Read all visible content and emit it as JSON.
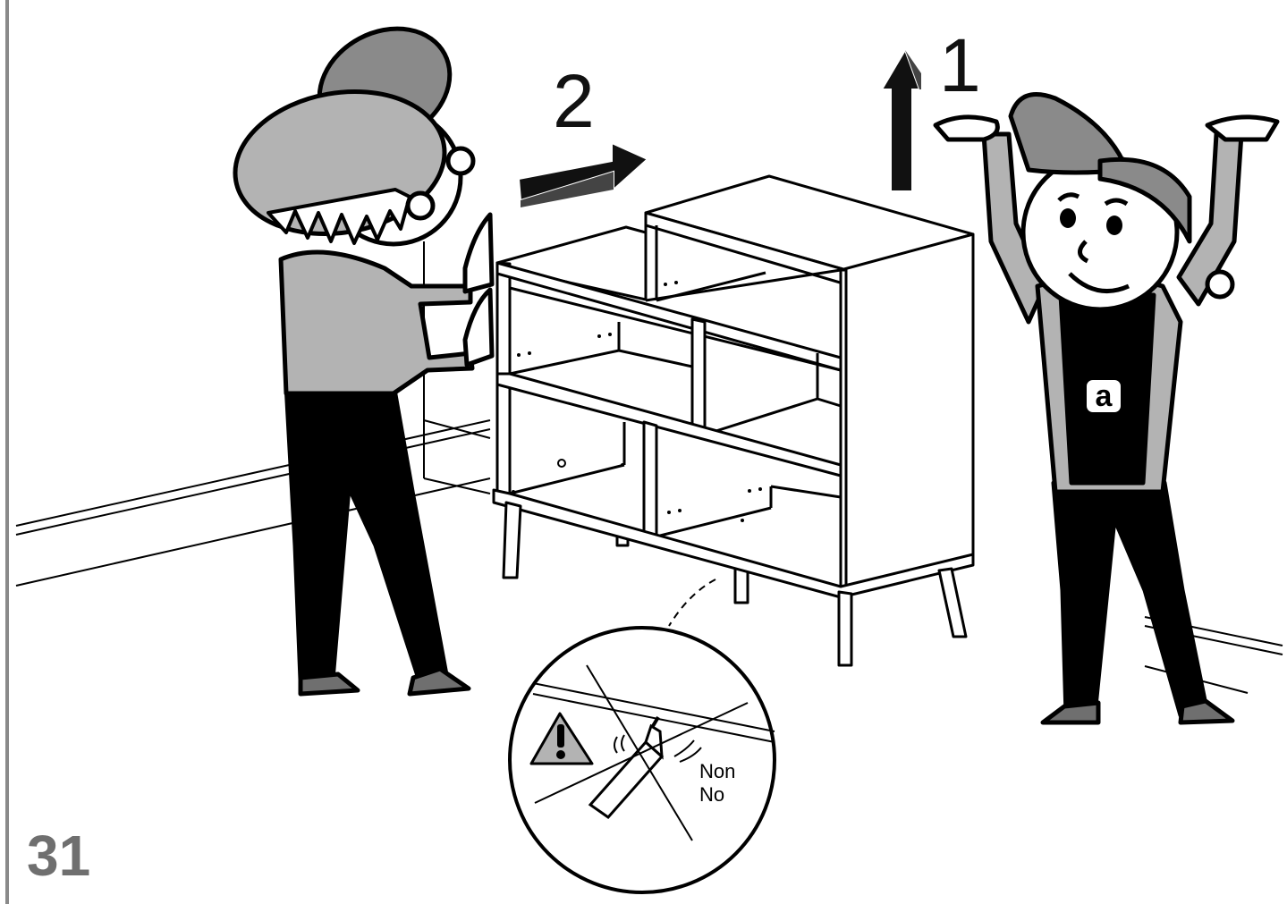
{
  "step": {
    "number": "31"
  },
  "arrows": {
    "up_label": "1",
    "right_label": "2"
  },
  "warning": {
    "line1": "Non",
    "line2": "No"
  },
  "badge": {
    "letter": "a"
  },
  "colors": {
    "ink": "#000000",
    "gray_light": "#b3b3b3",
    "gray_mid": "#8a8a8a",
    "gray_dark": "#6f6f6f",
    "paper": "#ffffff"
  }
}
